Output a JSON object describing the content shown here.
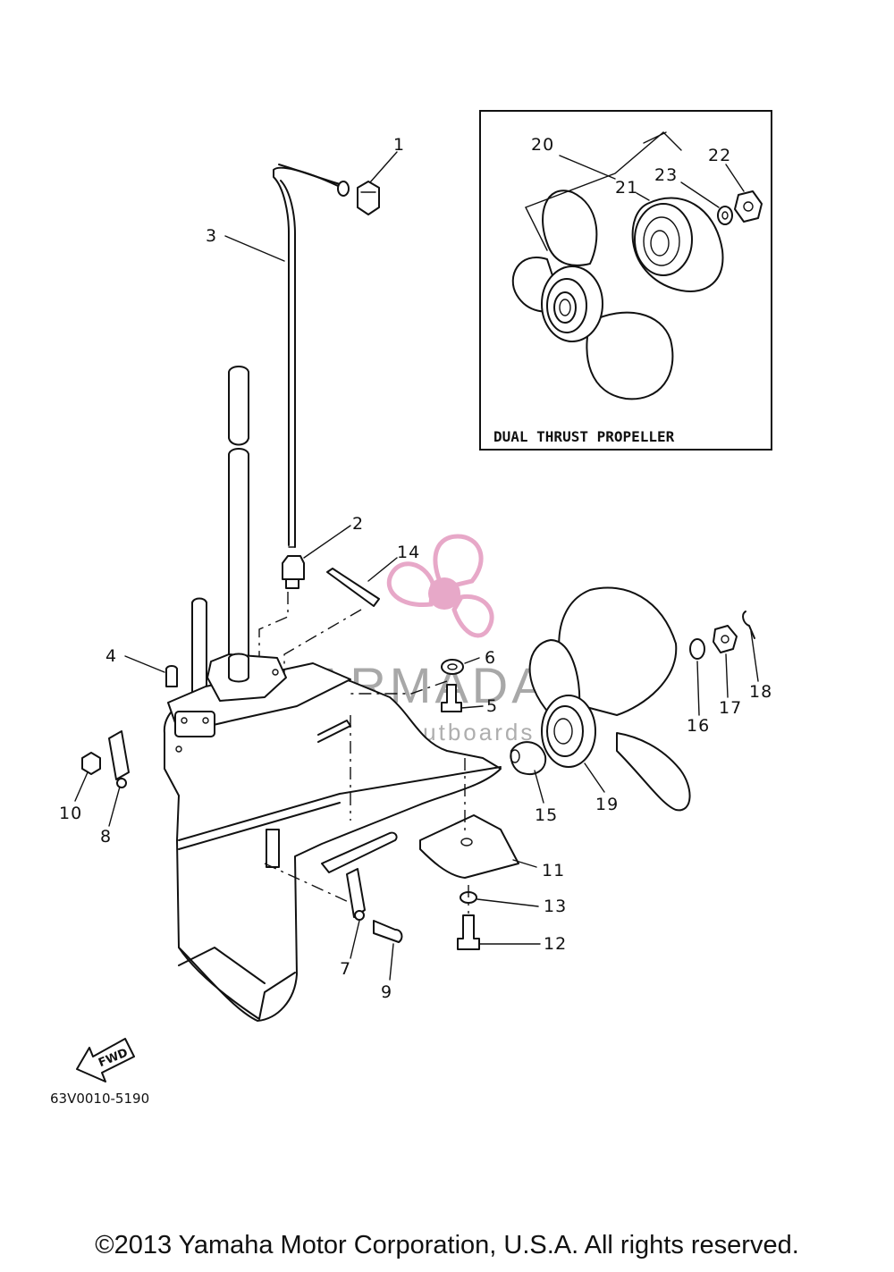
{
  "diagram": {
    "inset_caption": "DUAL THRUST PROPELLER",
    "fwd_label": "FWD",
    "drawing_code": "63V0010-5190",
    "callouts": [
      "1",
      "2",
      "3",
      "4",
      "5",
      "6",
      "7",
      "8",
      "9",
      "10",
      "11",
      "12",
      "13",
      "14",
      "15",
      "16",
      "17",
      "18",
      "19",
      "20",
      "21",
      "22",
      "23"
    ]
  },
  "watermark": {
    "brand": "ARMADA",
    "tagline": "marine outboards",
    "logo_color": "#e7a8c8"
  },
  "footer": {
    "copyright": "©2013 Yamaha Motor Corporation, U.S.A. All rights reserved."
  }
}
